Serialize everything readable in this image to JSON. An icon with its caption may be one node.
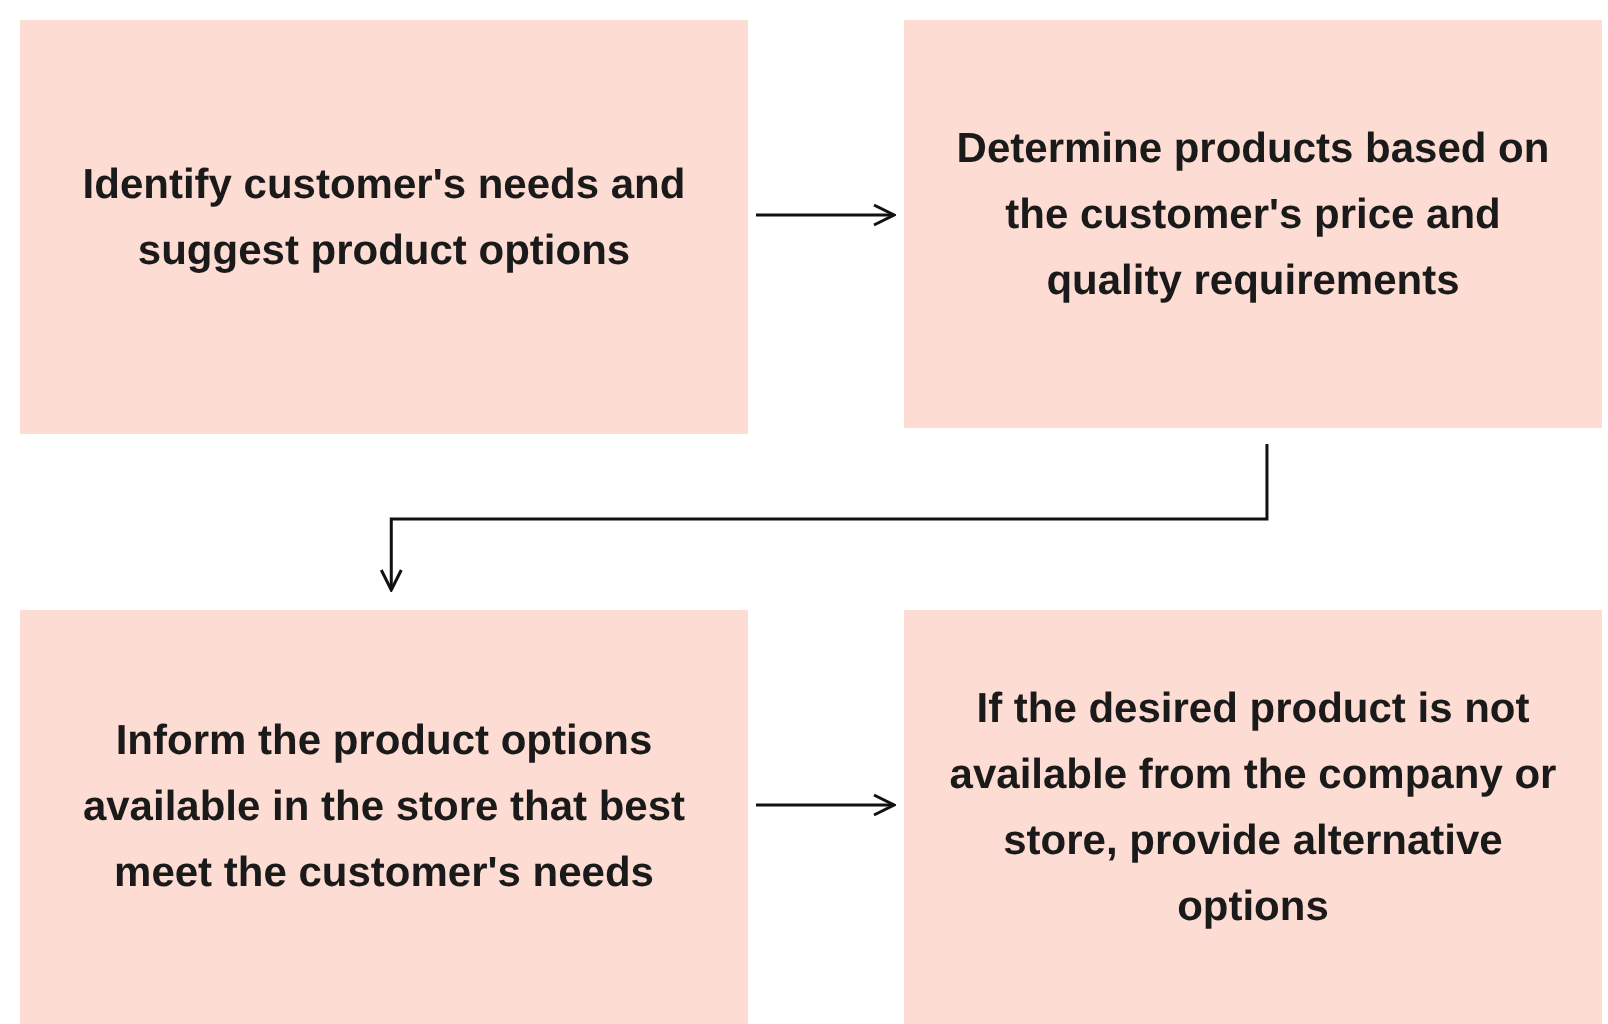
{
  "diagram": {
    "nodes": [
      {
        "text": [
          "Identify customer's needs and suggest product options"
        ]
      },
      {
        "text": [
          "Determine products based on the customer's price and quality requirements"
        ]
      },
      {
        "text": [
          "Inform the product options available in the store that best meet the customer's needs"
        ]
      },
      {
        "text": [
          "If the desired product is not available from the company or store, provide alternative options"
        ]
      }
    ],
    "edges": [
      {
        "from": 0,
        "to": 1,
        "arrow": "to"
      },
      {
        "from": 1,
        "to": 2,
        "arrow": "to"
      },
      {
        "from": 2,
        "to": 3,
        "arrow": "to"
      }
    ]
  }
}
